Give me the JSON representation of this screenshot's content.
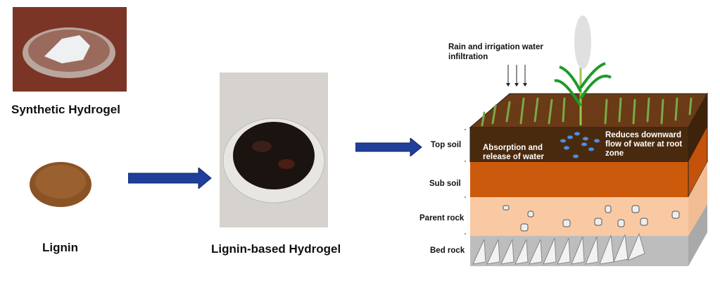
{
  "labels": {
    "synthetic_hydrogel": "Synthetic  Hydrogel",
    "lignin": "Lignin",
    "lignin_hydrogel": "Lignin-based Hydrogel",
    "rain": "Rain and irrigation water infiltration",
    "top_soil": "Top soil",
    "sub_soil": "Sub soil",
    "parent_rock": "Parent rock",
    "bed_rock": "Bed rock",
    "absorption": "Absorption and release of water",
    "reduces": "Reduces downward flow of water at root zone"
  },
  "colors": {
    "arrow": "#1f3f9a",
    "top_soil": "#4a2a0e",
    "sub_soil": "#cc5a0c",
    "parent_rock": "#f9c9a3",
    "bed_rock": "#bdbdbd"
  }
}
